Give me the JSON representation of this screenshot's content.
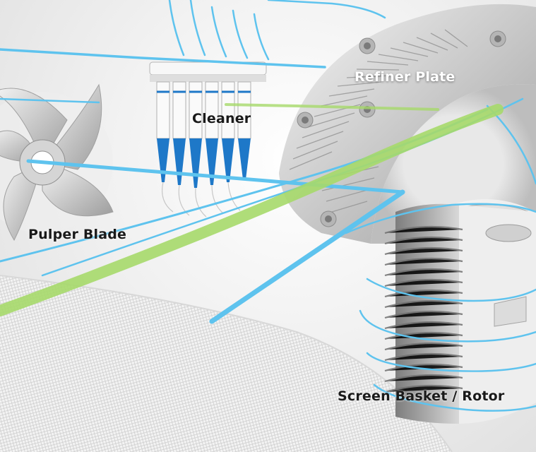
{
  "labels": {
    "pulper_blade": "Pulper Blade",
    "cleaner": "Cleaner",
    "refiner_plate": "Refiner Plate",
    "screen_basket_rotor": "Screen Basket / Rotor"
  },
  "colors": {
    "blue_line": "#5ec3ee",
    "green_line": "#a6d96a",
    "cleaner_blue": "#1e78c8",
    "background": "#f0f0f0"
  }
}
